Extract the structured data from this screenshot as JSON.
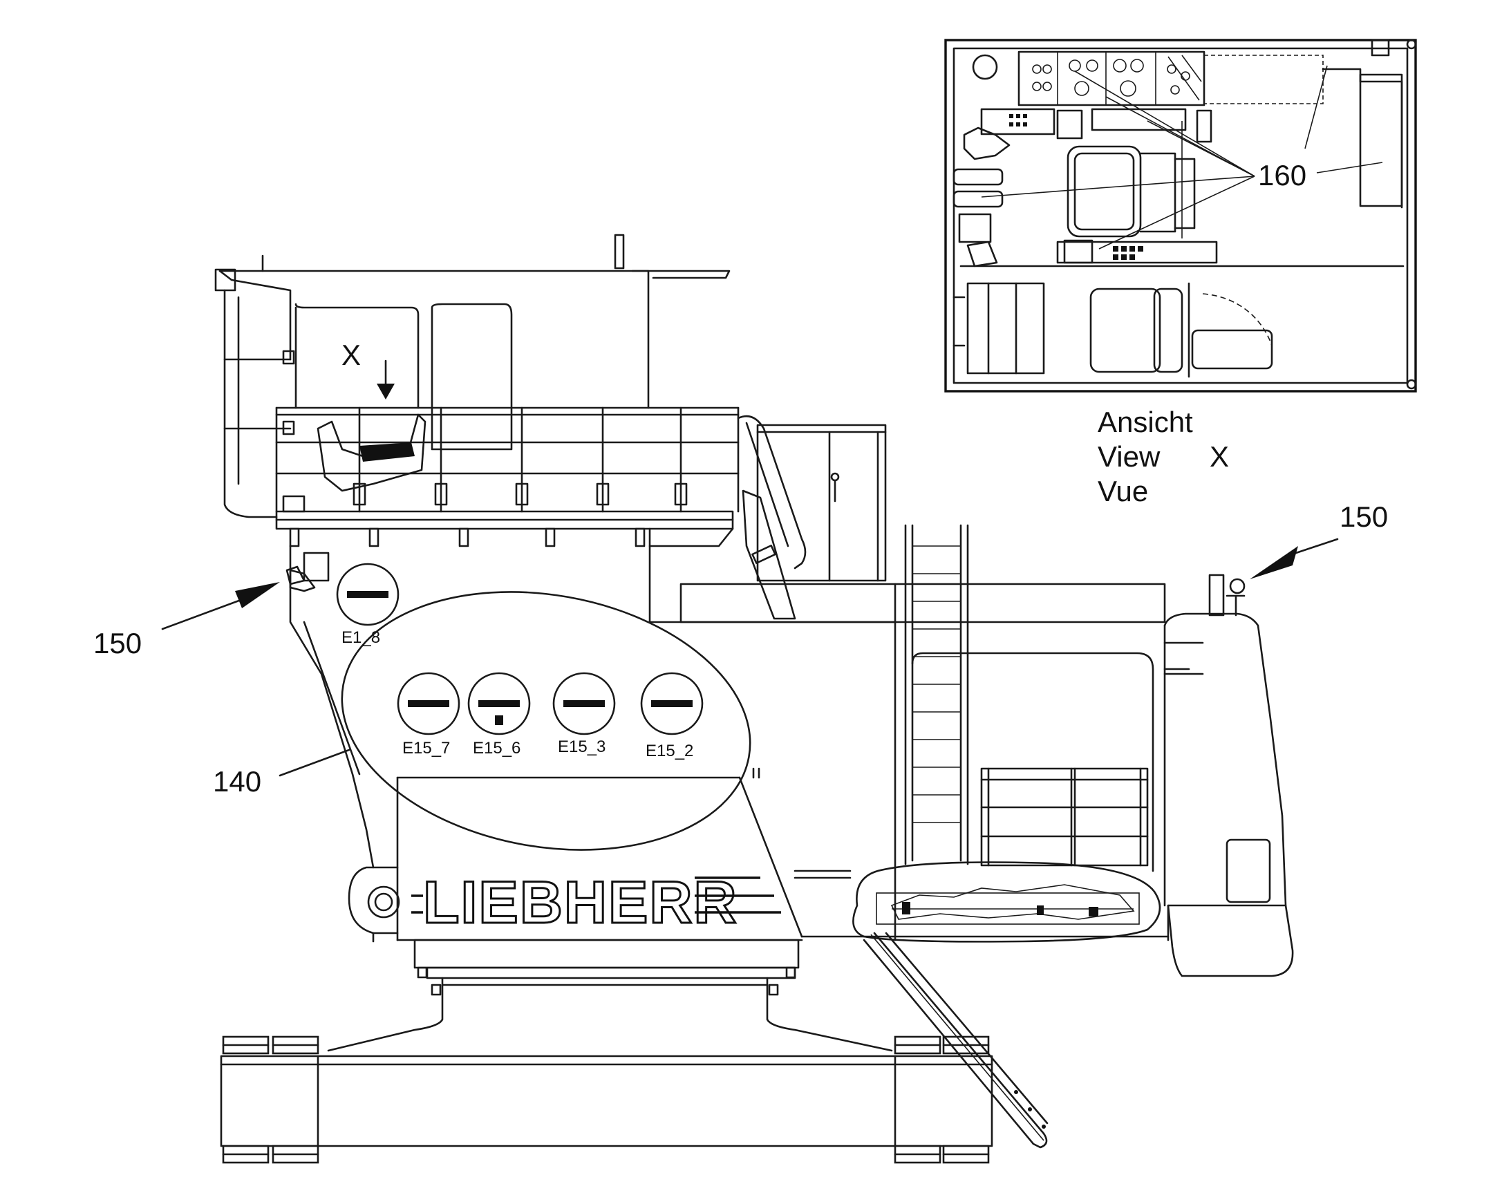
{
  "callouts": {
    "c150_left": "150",
    "c150_right": "150",
    "c140": "140",
    "c160": "160"
  },
  "view_label": {
    "marker": "X",
    "line1": "Ansicht",
    "line2": "View",
    "line3": "Vue",
    "view_letter": "X"
  },
  "brand": "LIEBHERR",
  "labels": {
    "e15_8": "E1_8",
    "e15_7": "E15_7",
    "e15_6": "E15_6",
    "e15_3": "E15_3",
    "e15_2": "E15_2"
  }
}
